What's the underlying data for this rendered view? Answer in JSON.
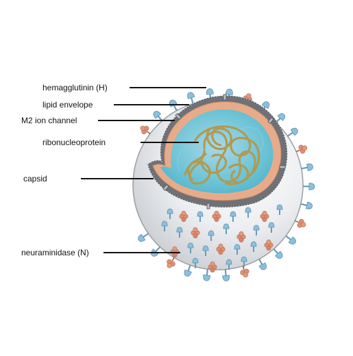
{
  "labels": {
    "hemagglutinin": "hemagglutinin (H)",
    "lipid_envelope": "lipid envelope",
    "m2_ion_channel": "M2 ion channel",
    "ribonucleoprotein": "ribonucleoprotein",
    "capsid": "capsid",
    "neuraminidase": "neuraminidase (N)"
  },
  "colors": {
    "envelope_outer": "#f1f2f4",
    "envelope_edge": "#8d8f93",
    "lipid_band": "#6e7277",
    "capsid": "#e8ab8a",
    "interior": "#5bbdd0",
    "rnp_strand": "#b09a52",
    "hemagglutinin": "#7fb6d6",
    "neuraminidase": "#d9866a",
    "leader_line": "#111111"
  }
}
